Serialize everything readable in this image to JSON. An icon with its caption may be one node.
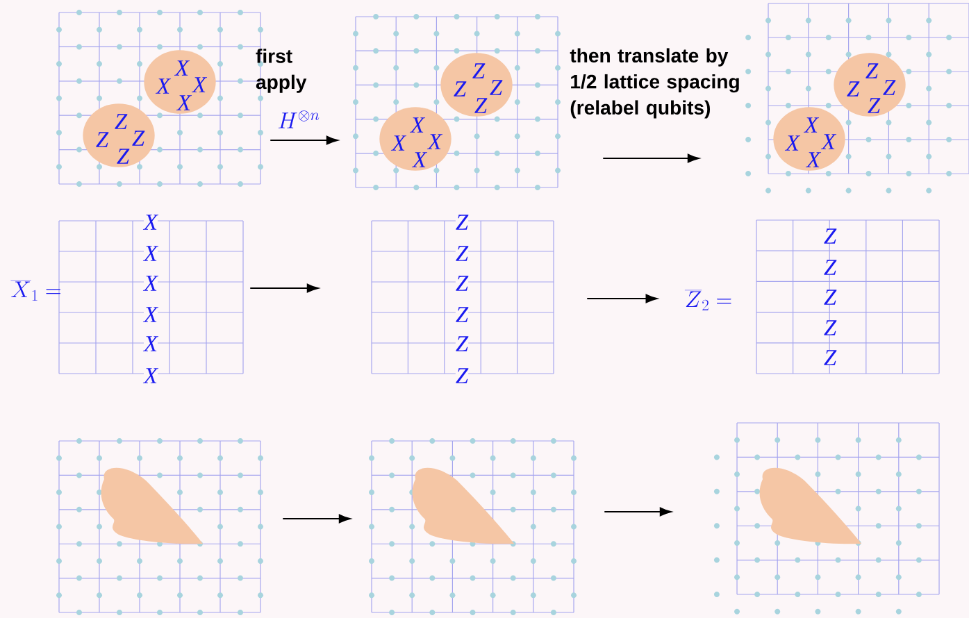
{
  "diagram": {
    "nodes": [
      {
        "text": [],
        "shape": "picture"
      },
      {
        "text": [
          "X",
          "X",
          "X",
          "X"
        ],
        "in": 0
      },
      {
        "text": [
          "Z",
          "Z",
          "Z",
          "Z"
        ],
        "in": 0
      },
      {
        "text": [],
        "shape": "picture"
      },
      {
        "text": [
          "Z",
          "Z",
          "Z",
          "Z"
        ],
        "in": 3
      },
      {
        "text": [
          "X",
          "X",
          "X",
          "X"
        ],
        "in": 3
      },
      {
        "text": [],
        "shape": "picture"
      },
      {
        "text": [
          "Z",
          "Z",
          "Z",
          "Z"
        ],
        "in": 6
      },
      {
        "text": [
          "X",
          "X",
          "X",
          "X"
        ],
        "in": 6
      },
      {
        "text": [
          "X",
          "X",
          "X",
          "X",
          "X",
          "X"
        ]
      },
      {
        "text": [
          "Z",
          "Z",
          "Z",
          "Z",
          "Z",
          "Z"
        ]
      },
      {
        "text": [
          "\\overline{Z}_2="
        ]
      },
      {
        "text": [
          "Z",
          "Z",
          "Z",
          "Z",
          "Z"
        ]
      },
      {
        "text": [],
        "shape": "picture"
      },
      {
        "text": [],
        "shape": "cloud",
        "in": 13
      },
      {
        "text": [],
        "shape": "picture"
      },
      {
        "text": [],
        "shape": "cloud",
        "in": 15
      },
      {
        "text": [],
        "shape": "picture"
      },
      {
        "text": [],
        "shape": "cloud",
        "in": 17
      }
    ],
    "edges": [
      {
        "from": 0,
        "to": 3,
        "arrow": "to",
        "label": "first apply"
      },
      {
        "from": 3,
        "to": 6,
        "arrow": "to",
        "label": "then translate by 1/2 lattice spacing (relabel qubits)"
      },
      {
        "from": 9,
        "to": 10,
        "arrow": "to"
      },
      {
        "from": 10,
        "to": 11,
        "arrow": "to"
      },
      {
        "from": 13,
        "to": 15,
        "arrow": "to"
      },
      {
        "from": 15,
        "to": 17,
        "arrow": "to"
      }
    ],
    "labels": [
      "H^{\\otimes n}",
      "\\overline{X}_1 ="
    ]
  }
}
